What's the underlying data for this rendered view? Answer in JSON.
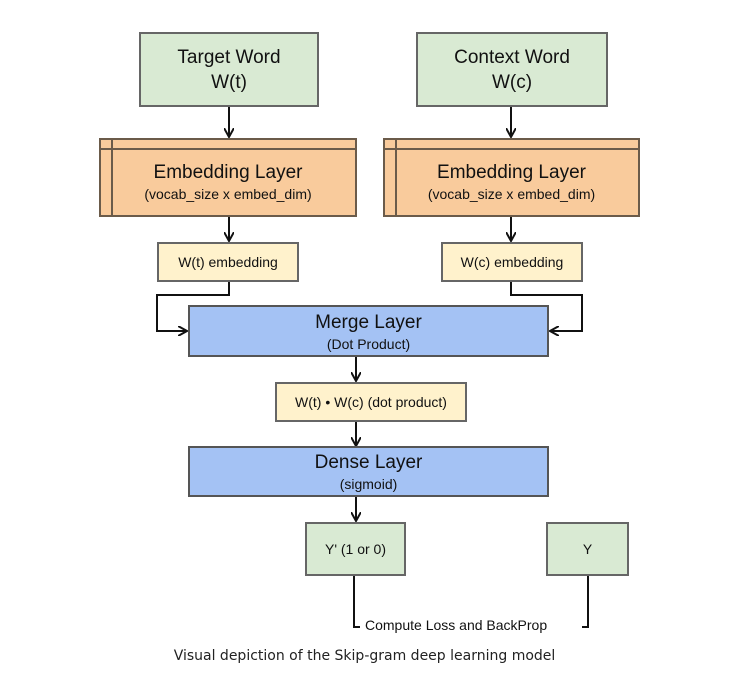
{
  "diagram": {
    "target_word": {
      "title": "Target Word",
      "sub": "W(t)"
    },
    "context_word": {
      "title": "Context Word",
      "sub": "W(c)"
    },
    "embedding_left": {
      "title": "Embedding Layer",
      "sub": "(vocab_size x embed_dim)"
    },
    "embedding_right": {
      "title": "Embedding Layer",
      "sub": "(vocab_size x embed_dim)"
    },
    "wt_embedding": "W(t) embedding",
    "wc_embedding": "W(c) embedding",
    "merge_layer": {
      "title": "Merge Layer",
      "sub": "(Dot Product)"
    },
    "dot_product": "W(t) • W(c) (dot product)",
    "dense_layer": {
      "title": "Dense Layer",
      "sub": "(sigmoid)"
    },
    "y_pred": "Y' (1 or 0)",
    "y_true": "Y",
    "loss_label": "Compute Loss and BackProp"
  },
  "caption": "Visual depiction of the Skip-gram deep learning model",
  "colors": {
    "input": "#d9ead3",
    "embedding": "#f9cb9c",
    "vector": "#fff2cc",
    "layer": "#a4c2f4"
  }
}
